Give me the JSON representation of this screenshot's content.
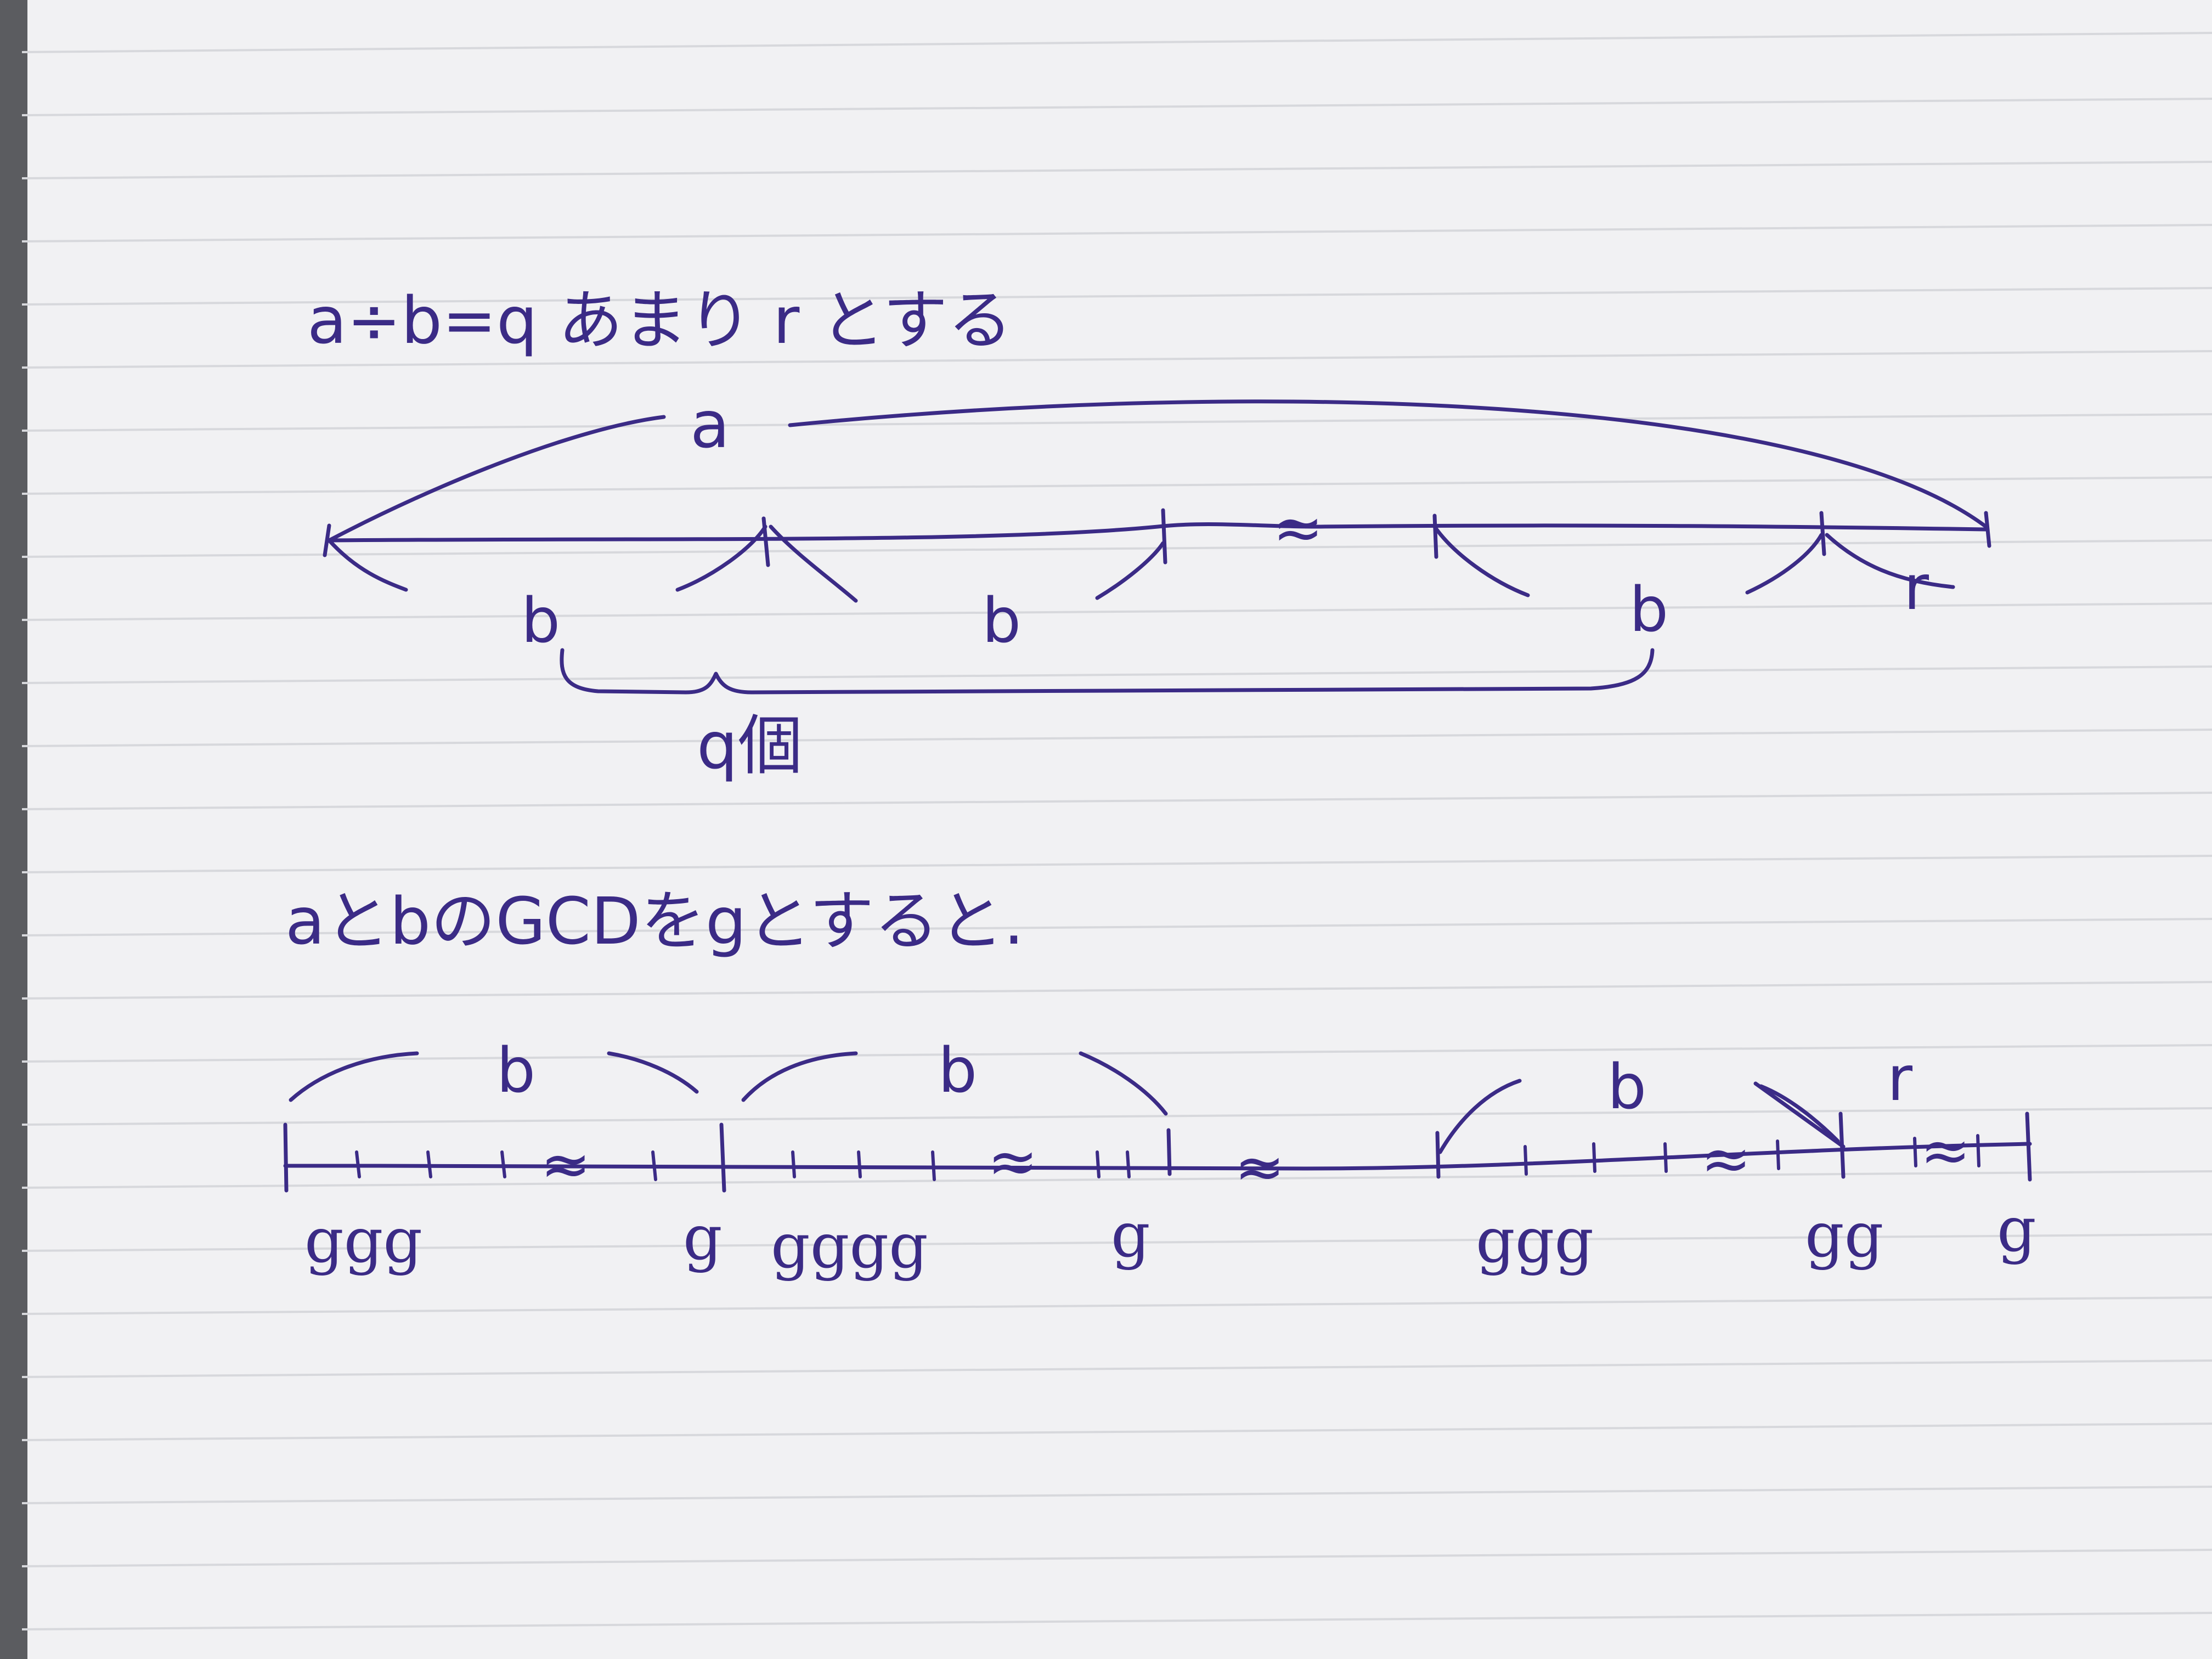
{
  "note": {
    "paper_color": "#f1f1f3",
    "ink_color": "#3b2b86",
    "rule_color": "#d7d8dc"
  },
  "section1": {
    "heading": "a÷b=q あまり r とする",
    "span_label_a": "a",
    "segment_labels": [
      "b",
      "b",
      "b"
    ],
    "remainder_label": "r",
    "break_mark": "≈",
    "brace_label": "q個"
  },
  "section2": {
    "heading": "aとbのGCDをgとすると.",
    "segment_labels": [
      "b",
      "b",
      "b"
    ],
    "remainder_label": "r",
    "g_groups": [
      "ggg",
      "g",
      "gggg",
      "g",
      "ggg",
      "gg",
      "g"
    ]
  }
}
